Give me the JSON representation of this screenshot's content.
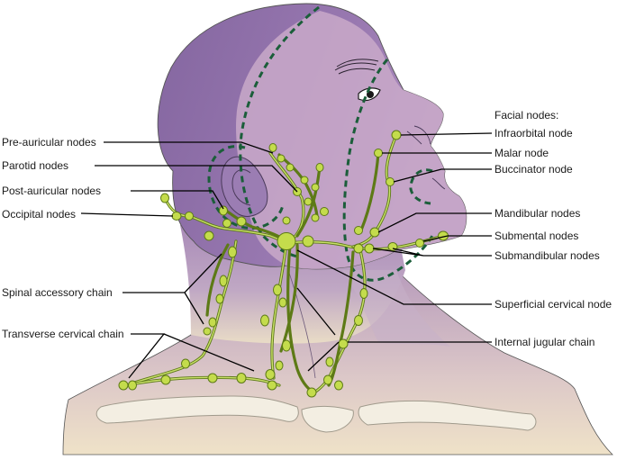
{
  "colors": {
    "head_skin": "#8b6aa6",
    "face_skin": "#c9a7c8",
    "neck_skin": "#b99dbf",
    "shoulder_skin": "#e7d9c5",
    "lymph_node": "#c4dc4c",
    "vessel": "#5d7a16",
    "boundary_dash": "#1b5e3a",
    "bone": "#f2ece0"
  },
  "facial_heading": "Facial nodes:",
  "left_labels": {
    "pre_auricular": "Pre-auricular nodes",
    "parotid": "Parotid nodes",
    "post_auricular": "Post-auricular nodes",
    "occipital": "Occipital nodes",
    "spinal_accessory": "Spinal accessory chain",
    "transverse_cervical": "Transverse cervical chain"
  },
  "right_labels": {
    "infraorbital": "Infraorbital node",
    "malar": "Malar node",
    "buccinator": "Buccinator node",
    "mandibular": "Mandibular nodes",
    "submental": "Submental nodes",
    "submandibular": "Submandibular nodes",
    "superficial_cervical": "Superficial cervical node",
    "internal_jugular": "Internal jugular chain"
  }
}
